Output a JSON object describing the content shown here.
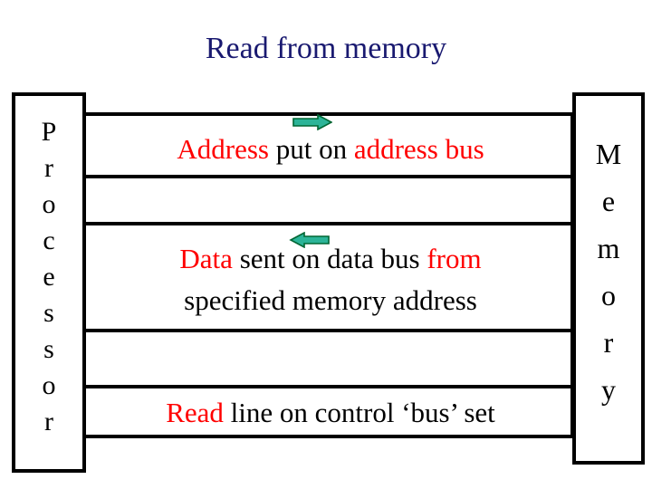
{
  "slide": {
    "title": "Read from memory",
    "title_color": "#191970",
    "background": "#ffffff",
    "highlight_color": "#ff0000",
    "body_color": "#000000",
    "line_color": "#000000",
    "arrow_fill": "#2CB498",
    "arrow_stroke": "#006633"
  },
  "left_box": {
    "name": "Processor",
    "letters": [
      "P",
      "r",
      "o",
      "c",
      "e",
      "s",
      "s",
      "o",
      "r"
    ]
  },
  "right_box": {
    "name": "Memory",
    "letters": [
      "M",
      "e",
      "m",
      "o",
      "r",
      "y"
    ]
  },
  "bus_rows": [
    {
      "id": "address-bus",
      "arrow_direction": "right",
      "line1": [
        {
          "text": "Address ",
          "color": "red"
        },
        {
          "text": "put on ",
          "color": "black"
        },
        {
          "text": "address bus",
          "color": "red"
        }
      ]
    },
    {
      "id": "data-bus",
      "arrow_direction": "left",
      "line1": [
        {
          "text": "Data ",
          "color": "red"
        },
        {
          "text": "sent on data bus ",
          "color": "black"
        },
        {
          "text": "from",
          "color": "red"
        }
      ],
      "line2": [
        {
          "text": "specified memory address",
          "color": "black"
        }
      ]
    },
    {
      "id": "control-bus",
      "arrow_direction": "none",
      "line1": [
        {
          "text": "Read ",
          "color": "red"
        },
        {
          "text": "line on control ‘bus’ set",
          "color": "black"
        }
      ]
    }
  ],
  "bus_lines_y": [
    124,
    193,
    245,
    363,
    425,
    480
  ]
}
